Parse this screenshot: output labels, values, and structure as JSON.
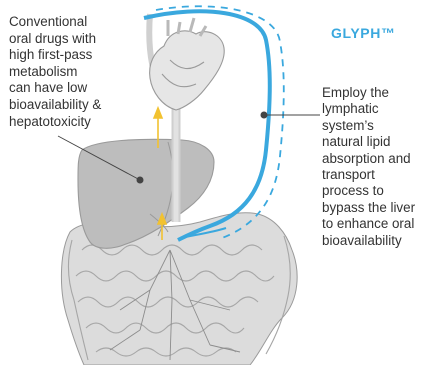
{
  "labels": {
    "left": "Conventional\noral drugs with\nhigh first-pass\nmetabolism\ncan have low\nbioavailability &\nhepatotoxicity",
    "brand": "GLYPH™",
    "right": "Employ the\nlymphatic\nsystem’s\nnatural lipid\nabsorption and\ntransport\nprocess to\nbypass the liver\nto enhance oral\nbioavailability"
  },
  "colors": {
    "brand": "#3aa8de",
    "lymphatic": "#3aa8de",
    "lymphatic_dash": "#3aa8de",
    "organ_fill": "#d6d6d6",
    "organ_dark": "#aaaaaa",
    "organ_stroke": "#9a9a9a",
    "heart_fill": "#e4e4e4",
    "arrow": "#f2c230",
    "text": "#333333",
    "pointer": "#444444"
  }
}
